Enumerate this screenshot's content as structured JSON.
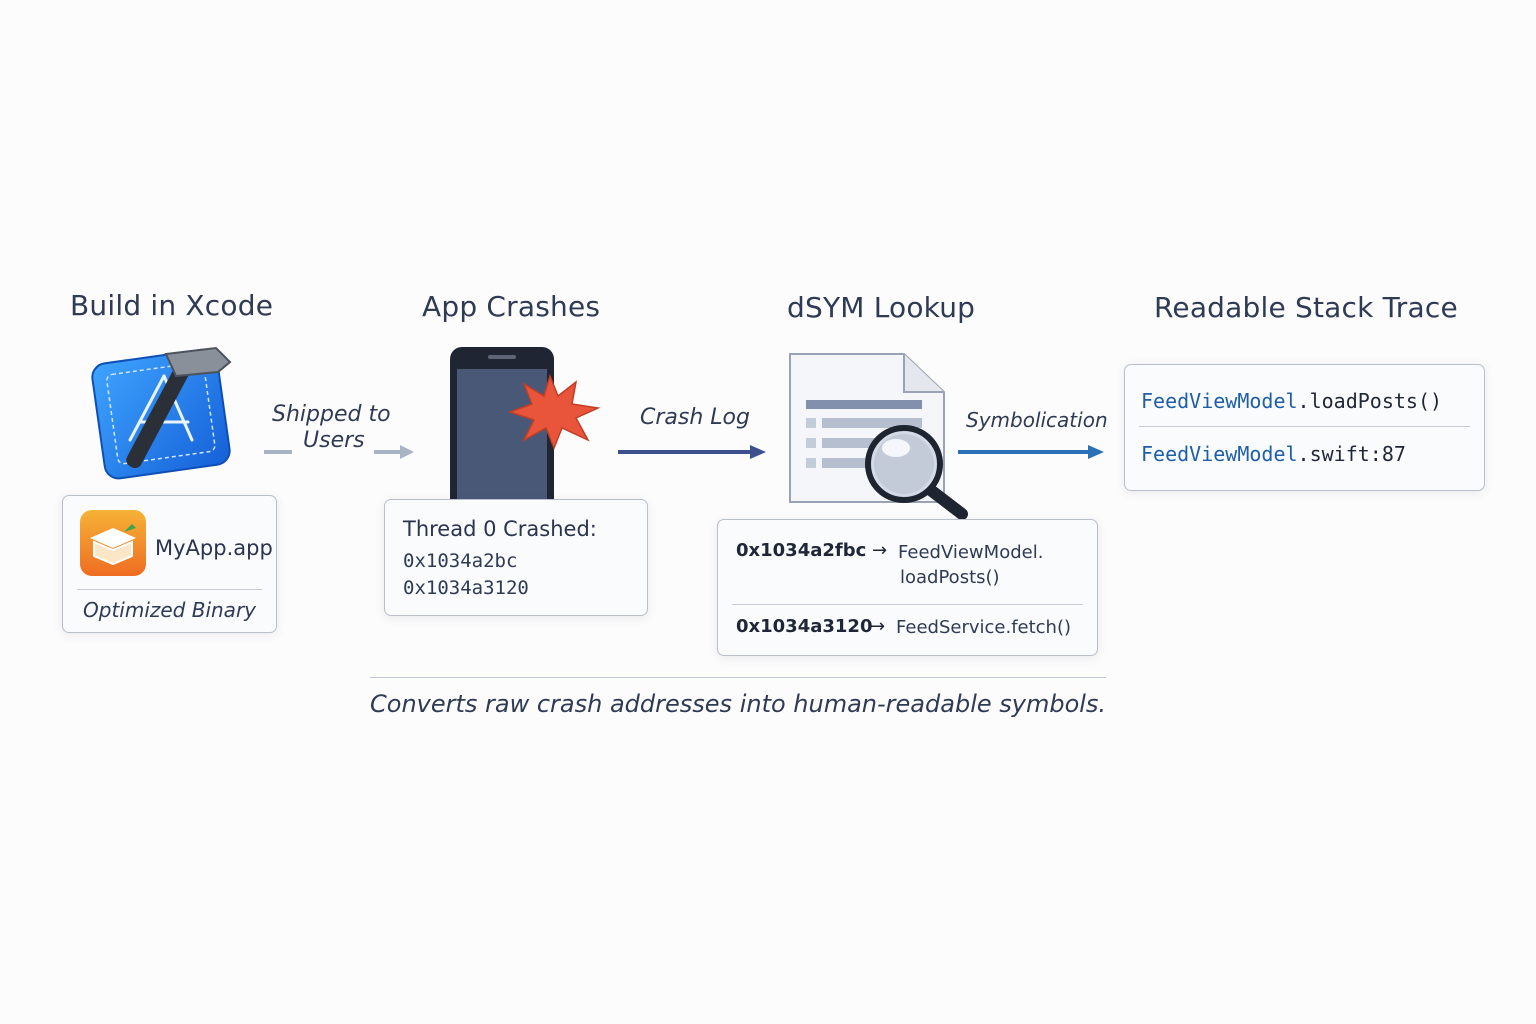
{
  "stages": {
    "build": {
      "title": "Build in Xcode",
      "app_name": "MyApp.app",
      "binary_label": "Optimized Binary"
    },
    "crash": {
      "title": "App Crashes",
      "thread_label": "Thread 0 Crashed:",
      "addresses": [
        "0x1034a2bc",
        "0x1034a3120"
      ]
    },
    "lookup": {
      "title": "dSYM Lookup",
      "mappings": [
        {
          "address": "0x1034a2fbc",
          "symbol_line1": "FeedViewModel.",
          "symbol_line2": "loadPosts()"
        },
        {
          "address": "0x1034a3120",
          "symbol_line1": "FeedService.fetch()"
        }
      ]
    },
    "trace": {
      "title": "Readable Stack Trace",
      "line1_type": "FeedViewModel",
      "line1_rest": ".loadPosts()",
      "line2_type": "FeedViewModel",
      "line2_rest": ".swift:87"
    }
  },
  "arrows": {
    "shipped_line1": "Shipped to",
    "shipped_line2": "Users",
    "crash_log": "Crash Log",
    "symbolication": "Symbolication"
  },
  "caption": "Converts raw crash addresses into human-readable symbols.",
  "icons": [
    "xcode-hammer-icon",
    "app-package-icon",
    "phone-icon",
    "crash-burst-icon",
    "document-icon",
    "magnifier-icon"
  ],
  "colors": {
    "xcode_blue": "#1f7fe6",
    "burst": "#e8553a",
    "arrow_navy": "#3d4f8f",
    "arrow_blue": "#2a72b5",
    "code_blue": "#1e5fa8"
  }
}
